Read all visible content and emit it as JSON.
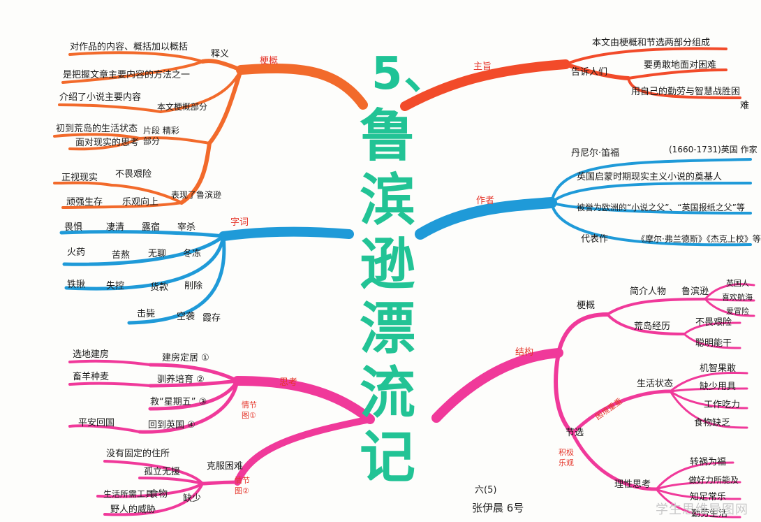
{
  "title": {
    "number": "5、",
    "chars": [
      "鲁",
      "滨",
      "逊",
      "漂",
      "流",
      "记"
    ]
  },
  "branches": {
    "gist": {
      "label": "梗概",
      "sub1": "释义",
      "l1": "对作品的内容、概括加以概括",
      "l2": "是把握文章主要内容的方法之一",
      "sub2": "本文梗概部分",
      "l3": "介绍了小说主要内容",
      "sub3": "片段 精彩部分",
      "l4": "初到荒岛的生活状态",
      "l5": "面对现实的思考",
      "sub4": "表现了鲁滨逊",
      "l6": "正视现实",
      "l7": "不畏艰险",
      "l8": "顽强生存",
      "l9": "乐观向上"
    },
    "theme": {
      "label": "主旨",
      "l1": "本文由梗概和节选两部分组成",
      "sub1": "告诉人们",
      "l2": "要勇敢地面对困难",
      "l3": "用自己的勤劳与智慧战胜困",
      "l3b": "难"
    },
    "author": {
      "label": "作者",
      "l1a": "丹尼尔·笛福",
      "l1b": "(1660-1731)英国 作家",
      "l2": "英国启蒙时期现实主义小说的奠基人",
      "l3": "被誉为欧洲的“小说之父”、“英国报纸之父”等",
      "l4a": "代表作",
      "l4b": "《摩尔·弗兰德斯》《杰克上校》等"
    },
    "words": {
      "label": "字词",
      "row1": [
        "畏惧",
        "凄清",
        "露宿",
        "宰杀"
      ],
      "row2": [
        "火药",
        "苦熬",
        "无聊",
        "冬冻"
      ],
      "row3": [
        "铁锹",
        "失控",
        "货款",
        "削除"
      ],
      "row4": [
        "击毙",
        "空袭",
        "霞存"
      ]
    },
    "thinking": {
      "label": "思考",
      "note1": "情节图①",
      "l1a": "选地建房",
      "l1b": "建房定居 ①",
      "l2a": "畜羊种麦",
      "l2b": "驯养培育 ②",
      "l3": "救“星期五” ③",
      "l4a": "平安回国",
      "l4b": "回到英国 ④",
      "note2": "情节图②",
      "sub2": "克服困难",
      "m1": "没有固定的住所",
      "m2": "孤立无援",
      "m3a": "生活所需工具",
      "m3b": "食物",
      "m3c": "缺少",
      "m4": "野人的威胁"
    },
    "structure": {
      "label": "结构",
      "sub1": "梗概",
      "s1": "简介人物",
      "s1b": "鲁滨逊",
      "s1c": [
        "英国人",
        "喜欢航海",
        "爱冒险"
      ],
      "s2": "荒岛经历",
      "s2b": [
        "不畏艰险",
        "聪明能干"
      ],
      "sub2": "节选",
      "note1": "困境重重",
      "note2": "积极乐观",
      "s3": "生活状态",
      "s3b": [
        "机智果敢",
        "缺少用具",
        "工作吃力",
        "食物缺乏"
      ],
      "s4": "理性思考",
      "s4b": [
        "转祸为福",
        "做好力所能及",
        "知足常乐",
        "勤劳生活"
      ]
    }
  },
  "signature": {
    "class": "六(5)",
    "name": "张伊晨 6号"
  },
  "watermark": "学生思维导图网",
  "colors": {
    "orange": "#f26a2b",
    "blue": "#1f9ad8",
    "pink": "#f0399a",
    "green": "#22c395",
    "red": "#e5352a"
  }
}
